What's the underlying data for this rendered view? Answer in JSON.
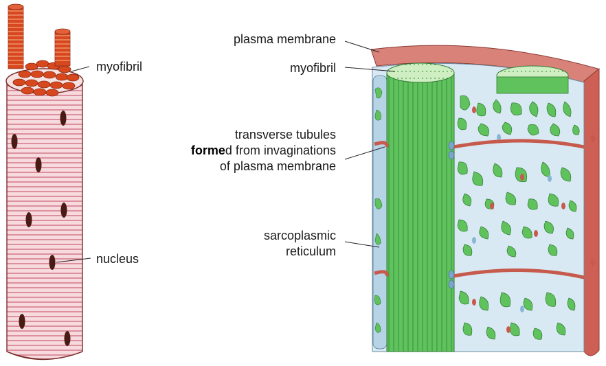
{
  "labels": {
    "left_myofibril": "myofibril",
    "left_nucleus": "nucleus",
    "plasma_membrane": "plasma membrane",
    "right_myofibril": "myofibril",
    "t_tubules": {
      "line1": "transverse tubules",
      "line2_bold": "forme",
      "line2_rest": "d from invaginations",
      "line3": "of plasma membrane"
    },
    "sarcoplasmic": {
      "line1": "sarcoplasmic",
      "line2": "reticulum"
    }
  },
  "colors": {
    "myofibril_red": "#c9432a",
    "fiber_pink": "#f2cfd3",
    "striation_line": "#c0475a",
    "nucleus": "#4a1a14",
    "myofibril_green": "#5cbf5c",
    "sarcoplasmic_blue": "#b9d6e8",
    "tubule_red": "#c65a4c",
    "membrane_red": "#c9574a"
  }
}
